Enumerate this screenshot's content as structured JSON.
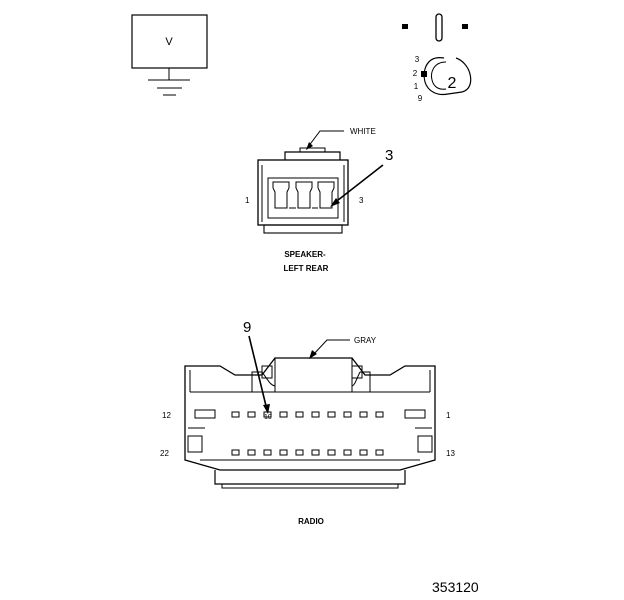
{
  "voltmeter": {
    "symbol": "V"
  },
  "probe_step": {
    "number": "2",
    "pin_labels": [
      "3",
      "2",
      "1",
      "9"
    ]
  },
  "speaker_connector": {
    "color": "WHITE",
    "pin_left": "1",
    "pin_right": "3",
    "callout": "3",
    "title_line1": "SPEAKER-",
    "title_line2": "LEFT REAR"
  },
  "radio_connector": {
    "color": "GRAY",
    "callout": "9",
    "pin_top_left": "12",
    "pin_top_right": "1",
    "pin_bottom_left": "22",
    "pin_bottom_right": "13",
    "pin_callout_target": "10",
    "title": "RADIO"
  },
  "figure_number": "353120"
}
